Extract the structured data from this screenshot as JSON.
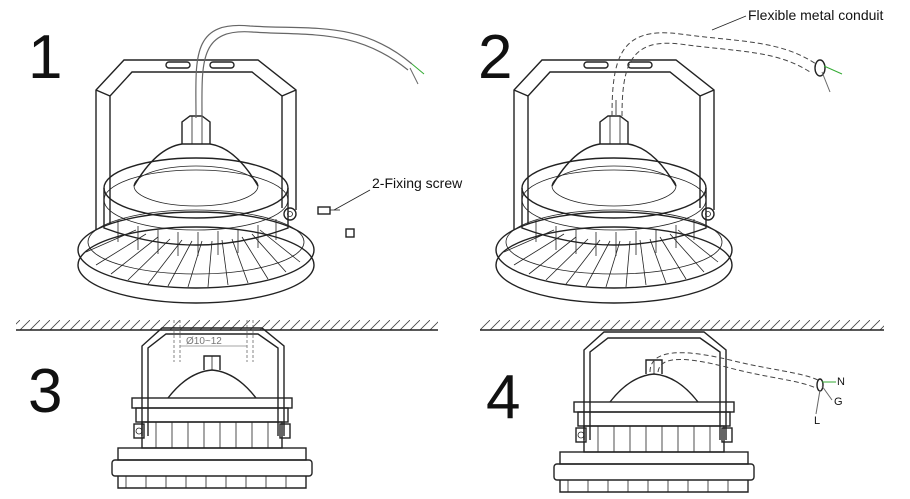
{
  "steps": {
    "s1": "1",
    "s2": "2",
    "s3": "3",
    "s4": "4"
  },
  "labels": {
    "fixing_screw": "2-Fixing screw",
    "conduit": "Flexible metal conduit",
    "dimension": "Ø10~12",
    "wire_n": "N",
    "wire_g": "G",
    "wire_l": "L"
  }
}
